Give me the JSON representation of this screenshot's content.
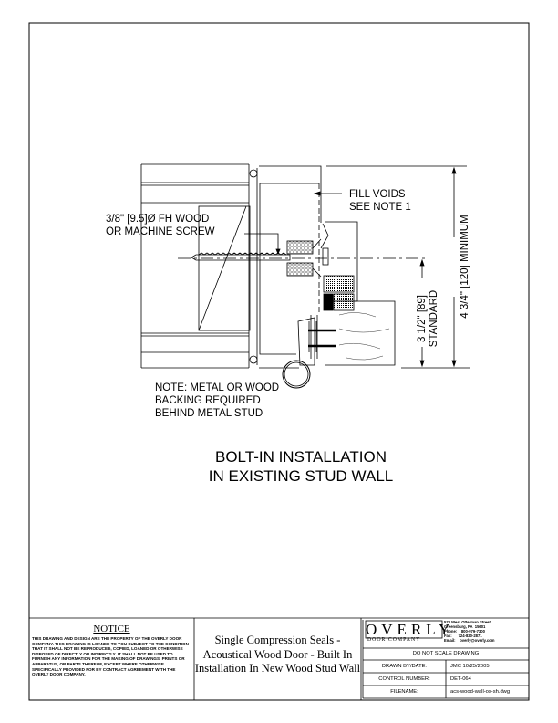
{
  "drawing": {
    "callout_screw": [
      "3/8\" [9.5]Ø FH WOOD",
      "OR MACHINE SCREW"
    ],
    "callout_fill": [
      "FILL VOIDS",
      "SEE NOTE 1"
    ],
    "callout_backing": [
      "NOTE: METAL OR WOOD",
      "BACKING REQUIRED",
      "BEHIND METAL STUD"
    ],
    "dim_overall": "4 3/4\" [120] MINIMUM",
    "dim_standard": [
      "3 1/2\" [89]",
      "STANDARD"
    ],
    "caption": [
      "BOLT-IN INSTALLATION",
      "IN EXISTING STUD WALL"
    ]
  },
  "title_block": {
    "notice_heading": "NOTICE",
    "notice_body": "THIS DRAWING AND DESIGN ARE THE PROPERTY OF THE OVERLY DOOR COMPANY. THIS DRAWING IS LOANED TO YOU SUBJECT TO THE CONDITION THAT IT SHALL NOT BE REPRODUCED, COPIED, LOANED OR OTHERWISE DISPOSED OF DIRECTLY OR INDIRECTLY. IT SHALL NOT BE USED TO FURNISH ANY INFORMATION FOR THE MAKING OF DRAWINGS, PRINTS OR APPARATUS, OR PARTS THEREOF, EXCEPT WHERE OTHERWISE SPECIFICALLY PROVIDED FOR BY CONTRACT AGREEMENT WITH THE OVERLY DOOR COMPANY.",
    "title": "Single Compression Seals - Acoustical Wood Door - Built In Installation In New Wood Stud Wall",
    "company_logo": "OVERLY",
    "company_sub": "DOOR COMPANY",
    "address": "574 West Otterman Street\nGreensburg, PA  15601\nPhone:    800-979-7300\nFax:      724-830-2871\nEmail:    overly@overly.com",
    "do_not_scale": "DO NOT SCALE DRAWING",
    "drawn_by_label": "DRAWN BY/DATE:",
    "drawn_by_value": "JMC   10/25/2005",
    "control_label": "CONTROL NUMBER:",
    "control_value": "DET-064",
    "filename_label": "FILENAME:",
    "filename_value": "acs-wood-wall-os-sh.dwg"
  }
}
